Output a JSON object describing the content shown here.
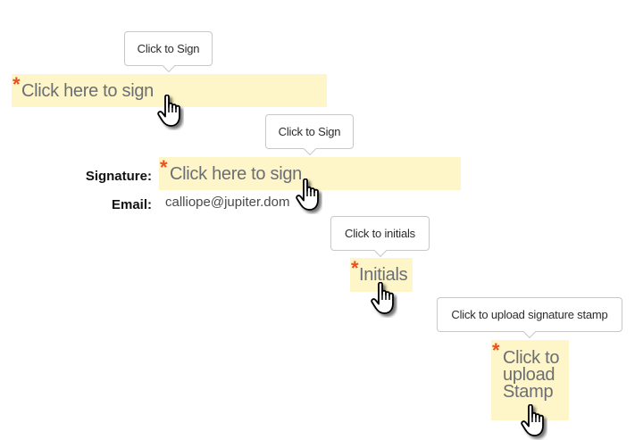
{
  "fields": [
    {
      "id": "sign-1",
      "tooltip": "Click to Sign",
      "placeholder": "Click here to sign",
      "required": true,
      "required_marker": "*"
    },
    {
      "id": "signature",
      "label": "Signature:",
      "tooltip": "Click to Sign",
      "placeholder": "Click here to sign",
      "required": true,
      "required_marker": "*"
    },
    {
      "id": "initials",
      "tooltip": "Click to initials",
      "placeholder": "Initials",
      "required": true,
      "required_marker": "*"
    },
    {
      "id": "stamp",
      "tooltip": "Click to upload signature stamp",
      "placeholder_lines": [
        "Click to",
        "upload",
        "Stamp"
      ],
      "required": true,
      "required_marker": "*"
    }
  ],
  "email": {
    "label": "Email:",
    "value": "calliope@jupiter.dom"
  },
  "colors": {
    "field_bg": "#fef5c8",
    "required_marker": "#e8501f",
    "field_text": "#6b6f73",
    "tooltip_border": "#c8c8c8"
  },
  "icons": {
    "cursor": "hand-pointer-icon"
  }
}
